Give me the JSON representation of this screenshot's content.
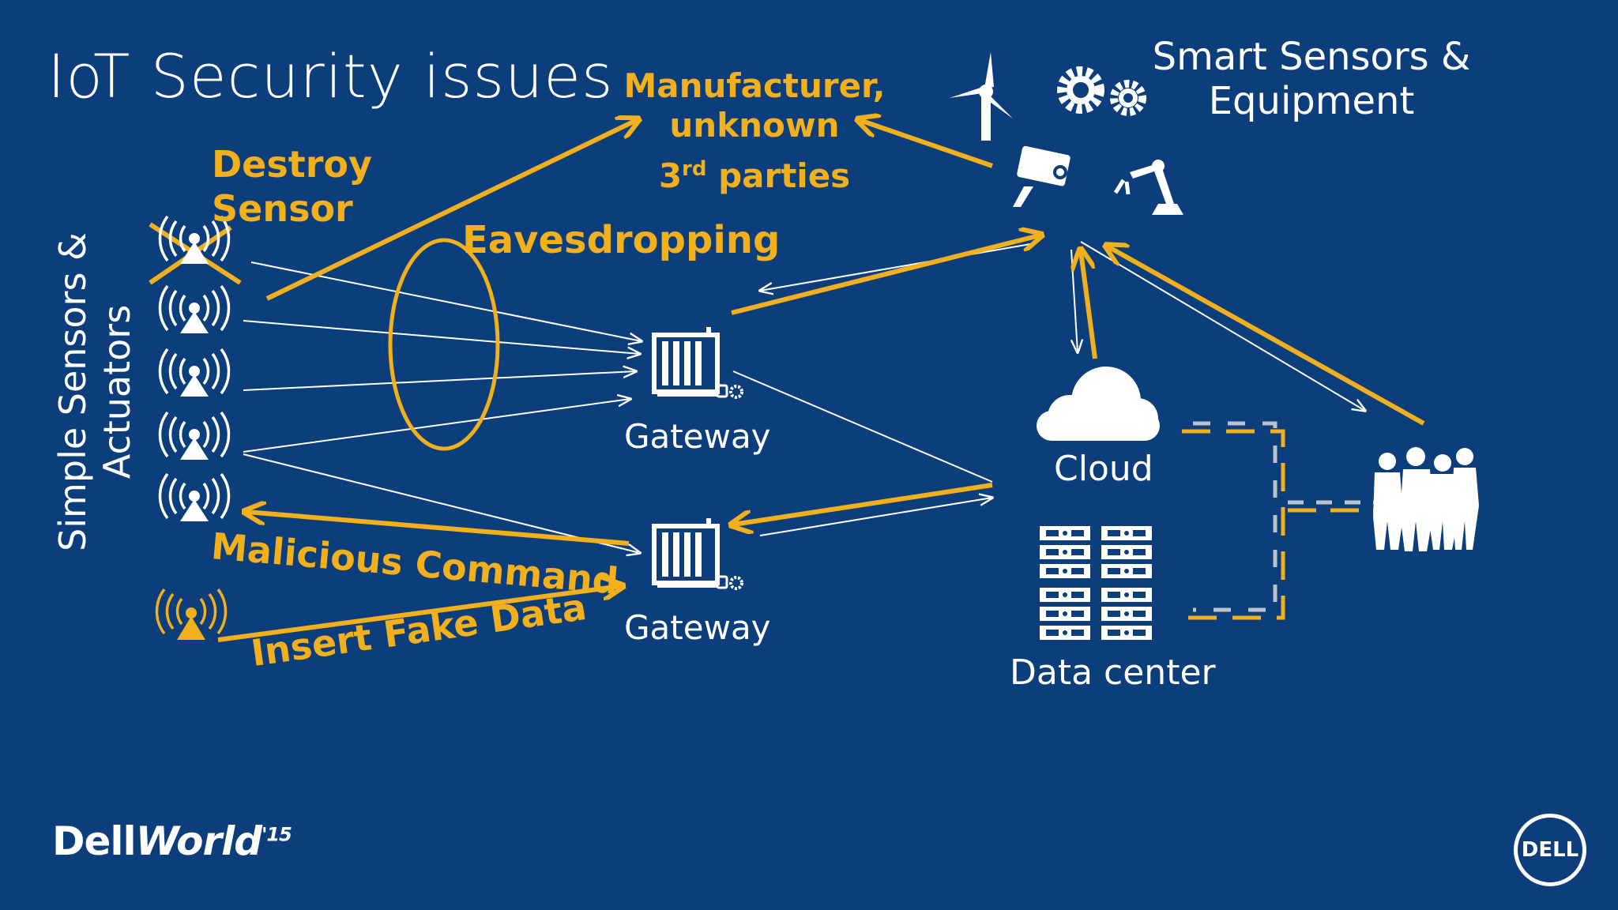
{
  "title": "IoT Security issues",
  "smart_sensors_label": "Smart Sensors & Equipment",
  "simple_sensors_label": "Simple Sensors & Actuators",
  "threats": {
    "manufacturer": "Manufacturer, unknown",
    "third_parties_prefix": "3",
    "third_parties_sup": "rd",
    "third_parties_suffix": " parties",
    "destroy_sensor": "Destroy Sensor",
    "eavesdropping": "Eavesdropping",
    "malicious_command": "Malicious Command",
    "insert_fake_data": "Insert Fake Data"
  },
  "nodes": {
    "gateway_1": "Gateway",
    "gateway_2": "Gateway",
    "cloud": "Cloud",
    "data_center": "Data center"
  },
  "branding": {
    "dellworld_a": "Dell",
    "dellworld_b": "World",
    "dellworld_sup": "'15",
    "dell_logo": "DELL"
  },
  "colors": {
    "background": "#0b3e7a",
    "accent": "#f2b01d",
    "foreground": "#ffffff",
    "dashed_gray": "#b9c2cf"
  },
  "icons": [
    "wind-turbine-icon",
    "gears-icon",
    "camera-icon",
    "robot-arm-icon",
    "sensor-antenna-icon",
    "gateway-router-icon",
    "lock-icon",
    "cloud-icon",
    "server-rack-icon",
    "people-group-icon"
  ]
}
